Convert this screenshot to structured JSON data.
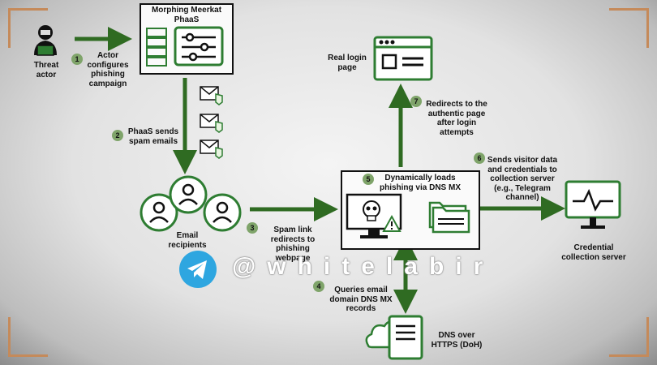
{
  "colors": {
    "accent": "#2e7d32",
    "arrow": "#2f6b22",
    "step": "#7fa46a",
    "frame": "#c58a5a",
    "telegram": "#2ea6e0"
  },
  "nodes": {
    "actor": "Threat actor",
    "phaas": "Morphing Meerkat PhaaS",
    "recipients": "Email recipients",
    "login": "Real login page",
    "server": "Credential collection server",
    "doh": "DNS over HTTPS (DoH)"
  },
  "steps": [
    {
      "num": "1",
      "text": "Actor configures phishing campaign"
    },
    {
      "num": "2",
      "text": "PhaaS sends spam emails"
    },
    {
      "num": "3",
      "text": "Spam link redirects to phishing webpage"
    },
    {
      "num": "4",
      "text": "Queries email domain DNS MX records"
    },
    {
      "num": "5",
      "text": "Dynamically loads phishing via DNS MX"
    },
    {
      "num": "6",
      "text": "Sends visitor data and credentials to collection server (e.g., Telegram channel)"
    },
    {
      "num": "7",
      "text": "Redirects to the authentic page after login attempts"
    }
  ],
  "watermark": "@whitelabir",
  "icons": [
    "hacker-icon",
    "server-rack-icon",
    "sliders-icon",
    "email-bug-icon",
    "user-icon",
    "monitor-skull-icon",
    "warning-icon",
    "folder-icon",
    "browser-window-icon",
    "monitor-pulse-icon",
    "cloud-server-icon",
    "telegram-icon"
  ]
}
